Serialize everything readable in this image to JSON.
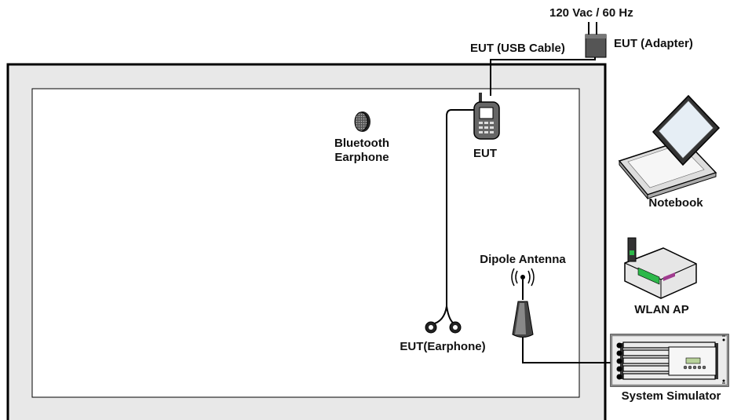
{
  "labels": {
    "power": "120 Vac / 60 Hz",
    "adapter": "EUT (Adapter)",
    "usb_cable": "EUT (USB Cable)",
    "bt_earphone_line1": "Bluetooth",
    "bt_earphone_line2": "Earphone",
    "eut": "EUT",
    "notebook": "Notebook",
    "dipole_antenna": "Dipole Antenna",
    "wlan_ap": "WLAN AP",
    "eut_earphone": "EUT(Earphone)",
    "system_simulator": "System Simulator"
  },
  "icons": {
    "adapter": "power-adapter-icon",
    "phone": "mobile-phone-icon",
    "bt_earphone": "bluetooth-earphone-icon",
    "laptop": "laptop-icon",
    "router": "wlan-router-icon",
    "antenna": "dipole-antenna-icon",
    "wired_earphone": "wired-earphone-icon",
    "simulator": "system-simulator-icon"
  },
  "colors": {
    "line": "#000000",
    "chamber_fill": "#e8e8e8",
    "router_led": "#2db84a",
    "router_accent": "#a03b8f"
  }
}
